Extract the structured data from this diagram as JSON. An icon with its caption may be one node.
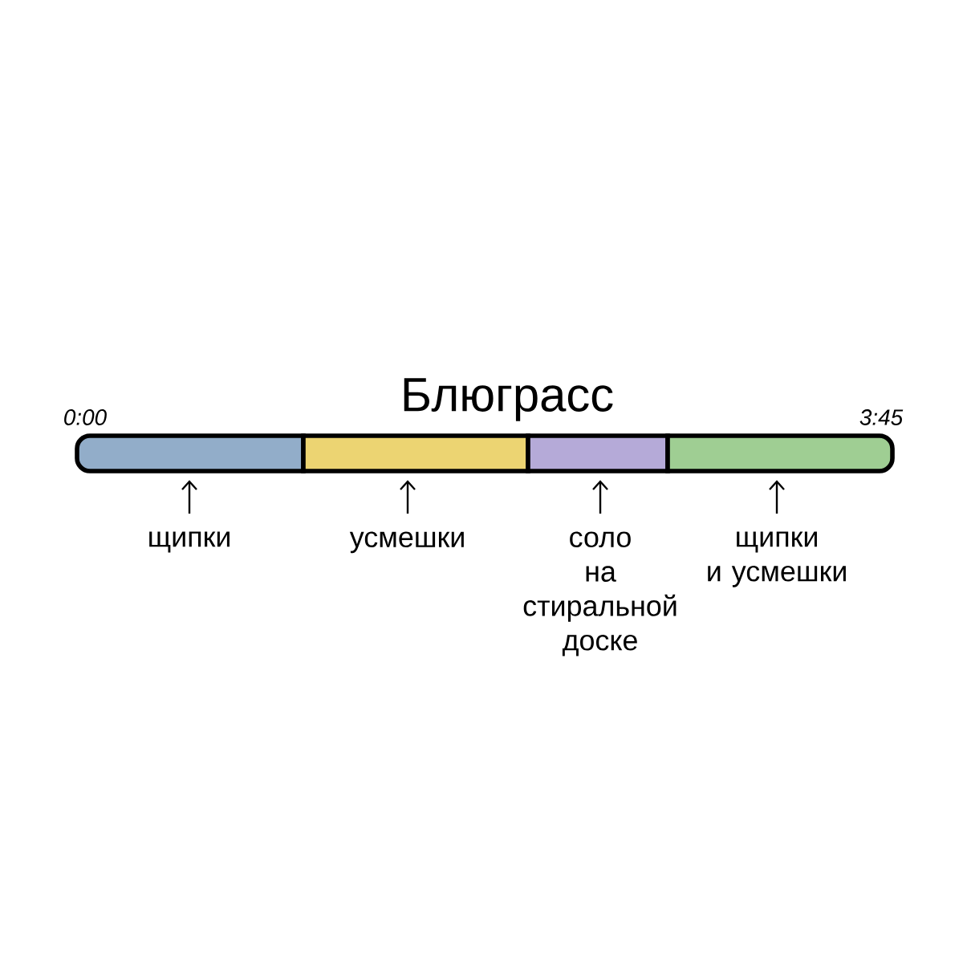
{
  "diagram": {
    "title": "Блюграсс",
    "nodes": [
      {
        "text": [],
        "shape": "bar"
      },
      {
        "text": [],
        "shape": "bar"
      },
      {
        "text": [],
        "shape": "bar"
      },
      {
        "text": [],
        "shape": "bar"
      },
      {
        "text": [
          "щипки"
        ]
      },
      {
        "text": [
          "усмешки"
        ]
      },
      {
        "text": [
          "соло на стиральной доске"
        ]
      },
      {
        "text": [
          "щипки и усмешки"
        ]
      }
    ],
    "edges": [
      {
        "from": 4,
        "to": 0,
        "arrow": "to"
      },
      {
        "from": 5,
        "to": 1,
        "arrow": "to"
      },
      {
        "from": 6,
        "to": 2,
        "arrow": "to"
      },
      {
        "from": 7,
        "to": 3,
        "arrow": "to"
      }
    ],
    "labels": [
      "0:00",
      "3:45"
    ]
  }
}
